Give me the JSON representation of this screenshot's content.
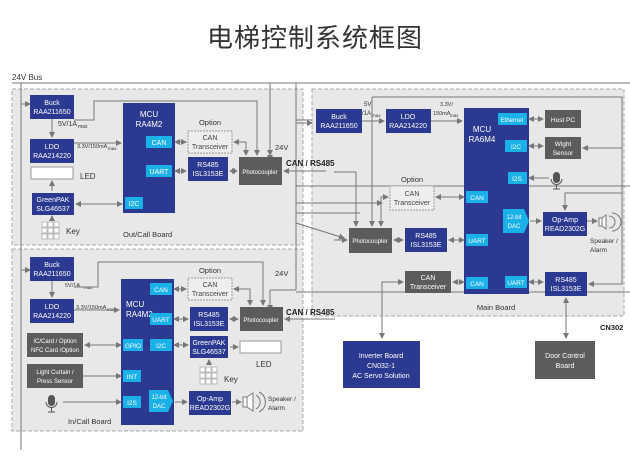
{
  "title": "电梯控制系统框图",
  "bus_label": "24V Bus",
  "colors": {
    "blue": "#2b3990",
    "cyan": "#1ab0e8",
    "gray": "#5c5c5c",
    "panel": "#e8e8e8",
    "line": "#777777"
  },
  "out_call_board": {
    "label": "Out/Call Board",
    "buck": [
      "Buck",
      "RAA211650"
    ],
    "buck_out": "5V/1A",
    "buck_out_sub": "max",
    "ldo": [
      "LDO",
      "RAA214220"
    ],
    "ldo_out": "3.3V/150mA",
    "ldo_out_sub": "max",
    "led_label": "LED",
    "greenpak": [
      "GreenPAK",
      "SLG46537"
    ],
    "key_label": "Key",
    "mcu": [
      "MCU",
      "RA4M2"
    ],
    "mcu_ports": [
      "CAN",
      "UART",
      "I2C"
    ],
    "option_label": "Option",
    "can_transceiver": [
      "CAN",
      "Transceiver"
    ],
    "rs485": [
      "RS485",
      "ISL3153E"
    ],
    "photocoupler": "Photocoupler",
    "v24": "24V",
    "bus_label": "CAN / RS485"
  },
  "in_call_board": {
    "label": "In/Call Board",
    "buck": [
      "Buck",
      "RAA211650"
    ],
    "buck_out": "5V/1A",
    "buck_out_sub": "max",
    "ldo": [
      "LDO",
      "RAA214220"
    ],
    "ldo_out": "3.3V/150mA",
    "ldo_out_sub": "max",
    "ic_card": [
      "IC/Card / Option",
      "NFC Card /Option"
    ],
    "light_curtain": [
      "Light Curtain /",
      "Press Sensor"
    ],
    "mcu": [
      "MCU",
      "RA4M2"
    ],
    "mcu_ports": [
      "CAN",
      "UART",
      "GPIO",
      "I2C",
      "INT",
      "I2S"
    ],
    "dac": [
      "12-bit",
      "DAC"
    ],
    "option_label": "Option",
    "can_transceiver": [
      "CAN",
      "Transceiver"
    ],
    "rs485": [
      "RS485",
      "ISL3153E"
    ],
    "photocoupler": "Photocoupler",
    "greenpak": [
      "GreenPAK",
      "SLG46537"
    ],
    "led_label": "LED",
    "key_label": "Key",
    "opamp": [
      "Op-Amp",
      "READ2302G"
    ],
    "speaker": [
      "Speaker /",
      "Alarm"
    ],
    "v24": "24V",
    "bus_label": "CAN / RS485"
  },
  "main_board": {
    "label": "Main Board",
    "buck": [
      "Buck",
      "RAA211650"
    ],
    "buck_out": [
      "5V",
      "/1A"
    ],
    "buck_out_sub": "max",
    "ldo": [
      "LDO",
      "RAA214220"
    ],
    "ldo_out": [
      "3.3V/",
      "150mA"
    ],
    "ldo_out_sub": "max",
    "mcu": [
      "MCU",
      "RA6M4"
    ],
    "mcu_ports": [
      "Ethernet",
      "I2C",
      "I2S",
      "CAN",
      "UART",
      "CAN",
      "UART"
    ],
    "dac": [
      "12-bit",
      "DAC"
    ],
    "host_pc": "Host PC",
    "weight_sensor": [
      "Wight",
      "Sensor"
    ],
    "opamp": [
      "Op-Amp",
      "READ2302G"
    ],
    "speaker": [
      "Speaker /",
      "Alarm"
    ],
    "option_label": "Option",
    "can_transceiver_opt": [
      "CAN",
      "Transceiver"
    ],
    "photocoupler": "Photocoupler",
    "rs485_a": [
      "RS485",
      "ISL3153E"
    ],
    "can_transceiver": [
      "CAN",
      "Transceiver"
    ],
    "rs485_b": [
      "RS485",
      "ISL3153E"
    ],
    "cn_label": "CN302"
  },
  "inverter_board": [
    "Inverter Board",
    "CN032-1",
    "AC Servo Solution"
  ],
  "door_control_board": [
    "Door Control",
    "Board"
  ]
}
